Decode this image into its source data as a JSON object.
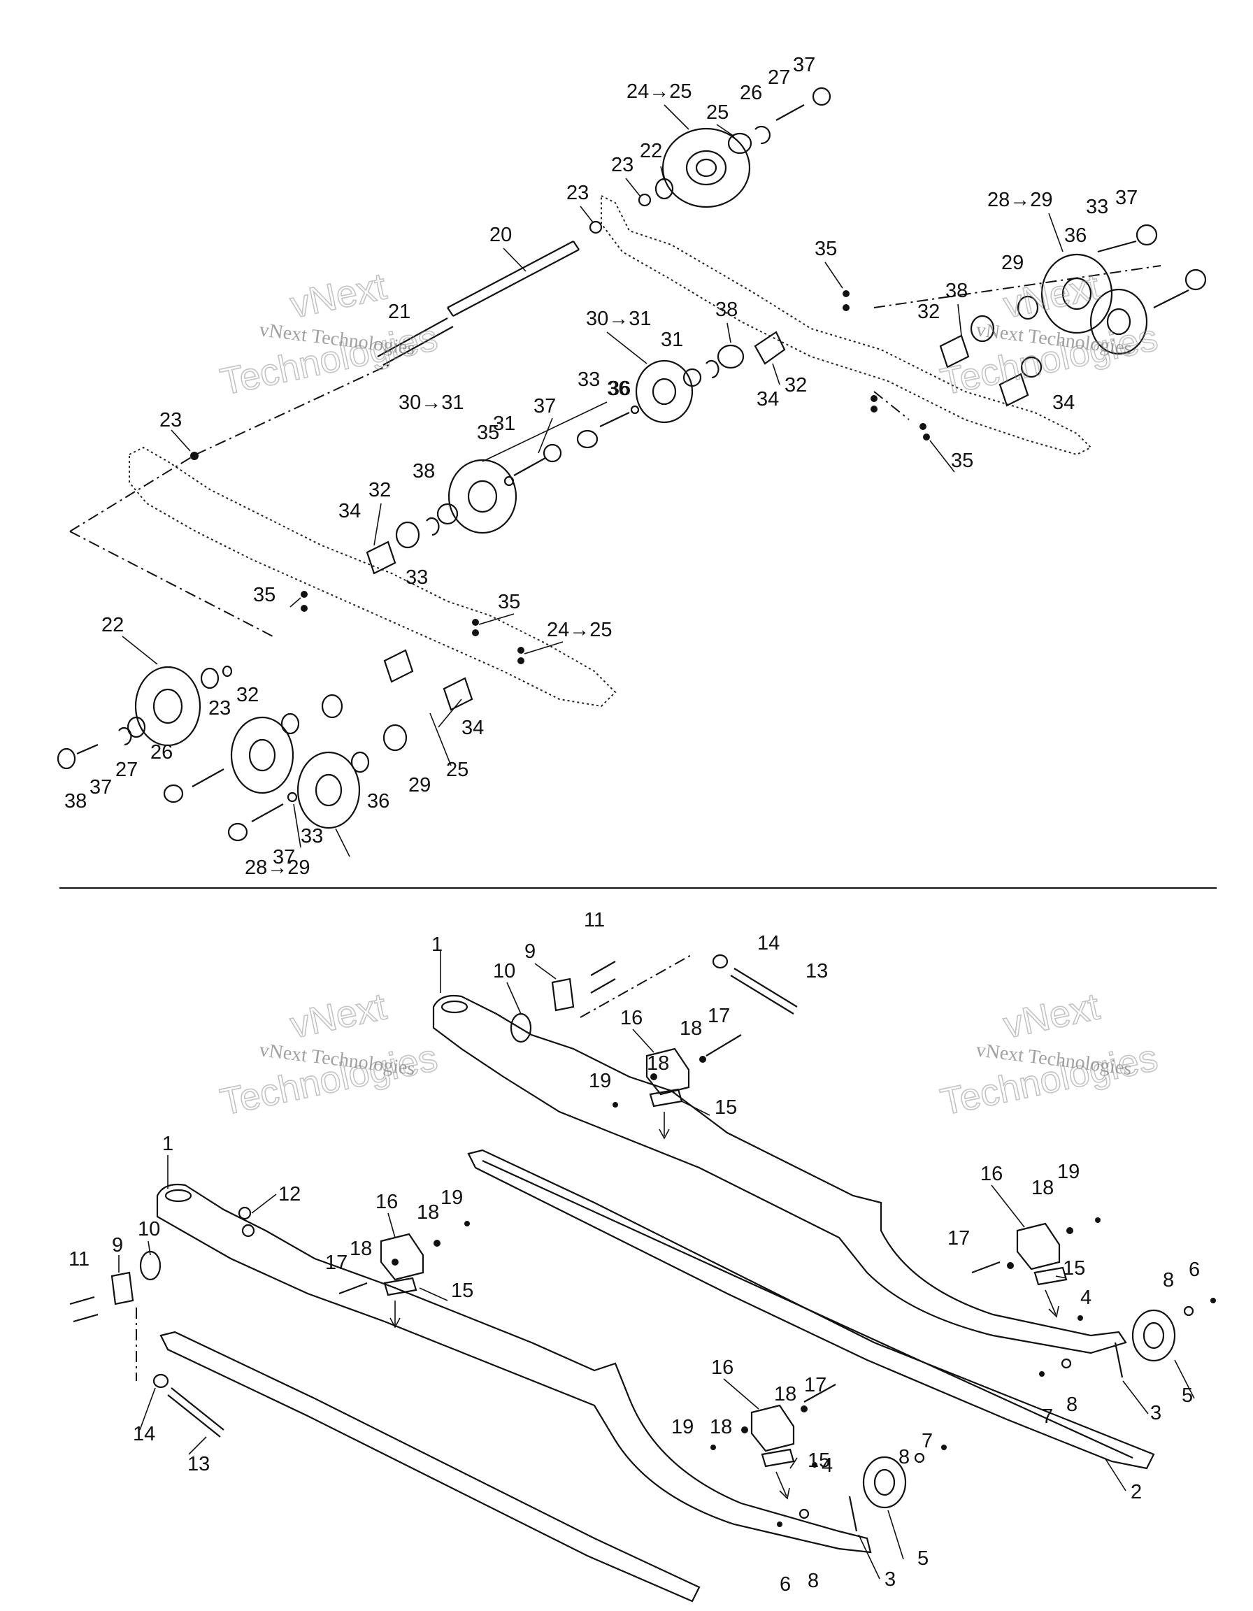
{
  "watermark": {
    "line1": "vNext",
    "line2": "vNext Technologies",
    "line3": "Technologies"
  },
  "top_labels": [
    "24→25",
    "25",
    "26",
    "27",
    "37",
    "22",
    "23",
    "23",
    "20",
    "21",
    "35",
    "28→29",
    "33",
    "37",
    "36",
    "29",
    "38",
    "32",
    "30→31",
    "31",
    "38",
    "32",
    "34",
    "34",
    "35",
    "23",
    "30→31",
    "33",
    "37",
    "36",
    "31",
    "38",
    "32",
    "34",
    "33",
    "36",
    "35",
    "35",
    "35",
    "24→25",
    "22",
    "23",
    "32",
    "34",
    "25",
    "26",
    "27",
    "37",
    "38",
    "29",
    "36",
    "33",
    "37",
    "28→29"
  ],
  "bottom_labels": [
    "11",
    "14",
    "13",
    "1",
    "9",
    "10",
    "16",
    "18",
    "17",
    "18",
    "19",
    "15",
    "1",
    "12",
    "16",
    "18",
    "19",
    "9",
    "10",
    "11",
    "17",
    "18",
    "15",
    "16",
    "19",
    "18",
    "17",
    "15",
    "4",
    "6",
    "8",
    "5",
    "3",
    "8",
    "7",
    "2",
    "16",
    "18",
    "17",
    "19",
    "18",
    "15",
    "4",
    "8",
    "7",
    "5",
    "3",
    "6",
    "8",
    "14",
    "13"
  ]
}
